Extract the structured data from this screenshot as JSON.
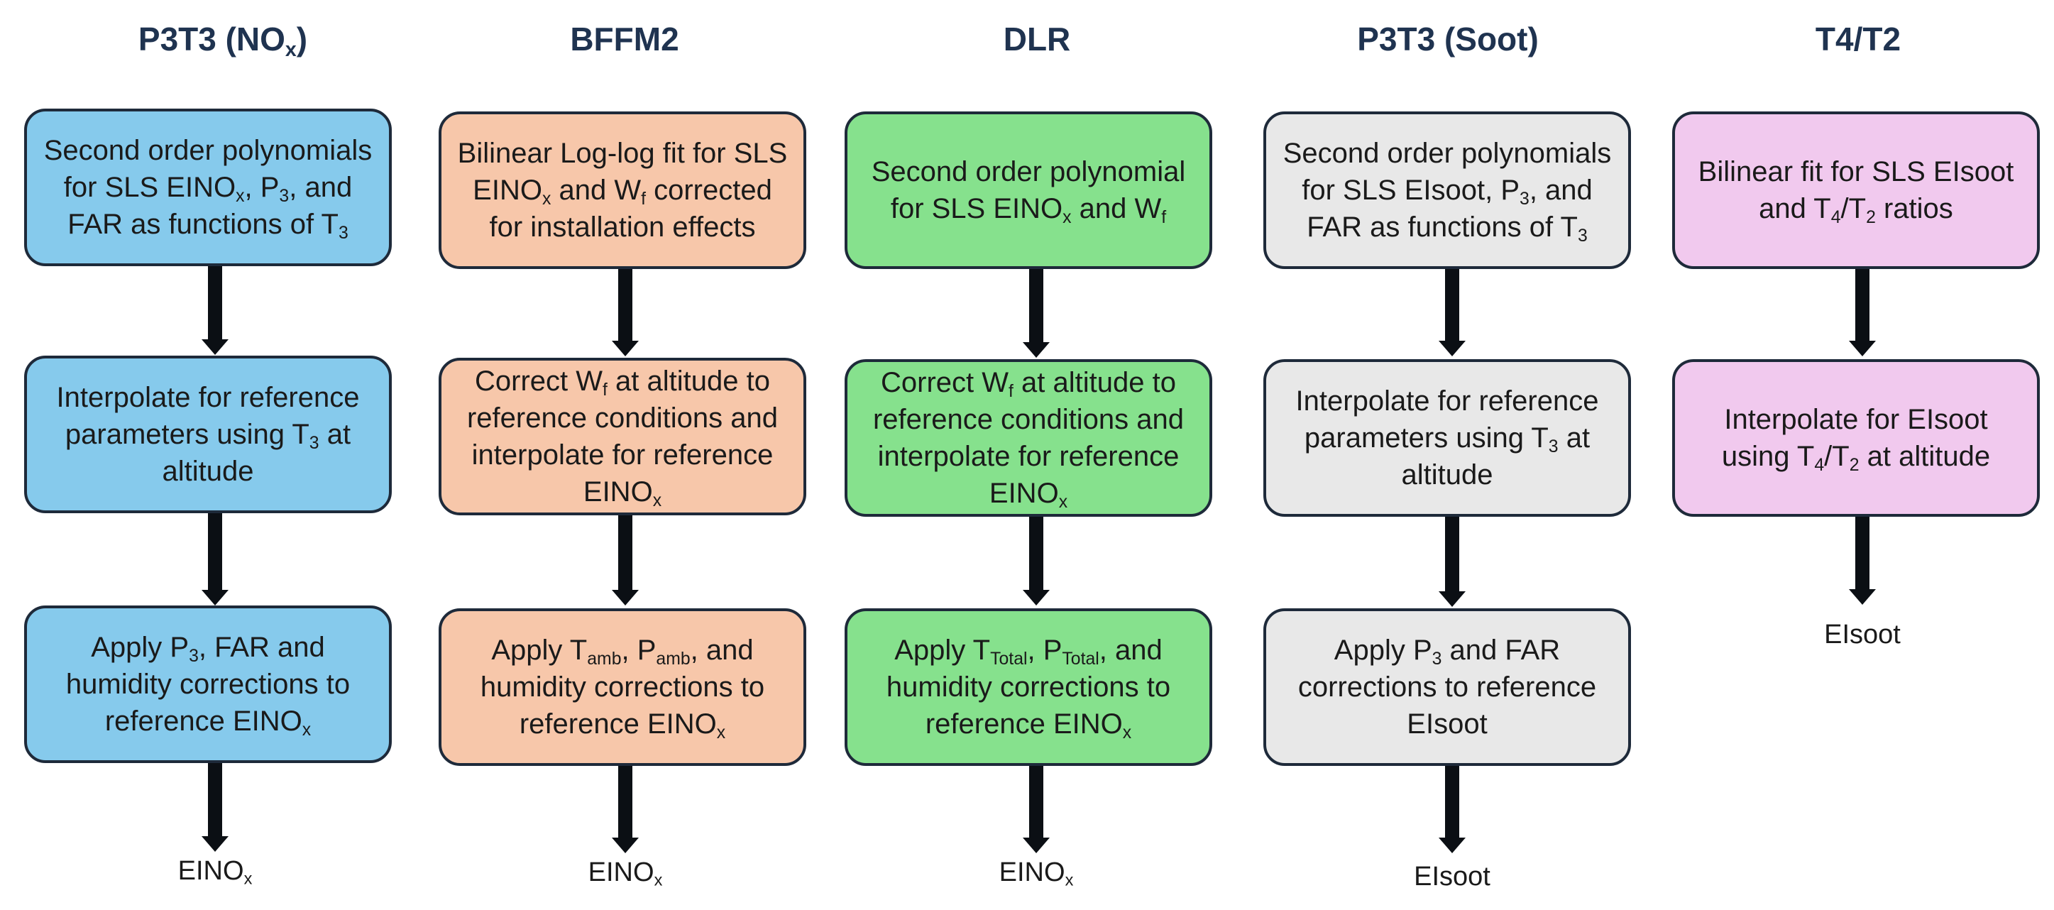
{
  "columns": [
    {
      "title": "P3T3 (NO",
      "title_sub": "x",
      "title_end": ")",
      "boxes": [
        [
          [
            "Second order polynomials for SLS EINO"
          ],
          [
            "x",
            1
          ],
          [
            ", P"
          ],
          [
            "3",
            1
          ],
          [
            ", and FAR as functions of T"
          ],
          [
            "3",
            1
          ]
        ],
        [
          [
            "Interpolate for reference parameters using T"
          ],
          [
            "3",
            1
          ],
          [
            " at altitude"
          ]
        ],
        [
          [
            "Apply P"
          ],
          [
            "3",
            1
          ],
          [
            ", FAR and humidity corrections to reference EINO"
          ],
          [
            "x",
            1
          ]
        ]
      ],
      "output": [
        [
          "EINO"
        ],
        [
          "x",
          1
        ]
      ]
    },
    {
      "title": "BFFM2",
      "title_sub": "",
      "title_end": "",
      "boxes": [
        [
          [
            "Bilinear Log-log fit for SLS EINO"
          ],
          [
            "x",
            1
          ],
          [
            " and W"
          ],
          [
            "f",
            1
          ],
          [
            " corrected for installation effects"
          ]
        ],
        [
          [
            "Correct W"
          ],
          [
            "f",
            1
          ],
          [
            " at altitude to reference conditions and interpolate for reference EINO"
          ],
          [
            "x",
            1
          ]
        ],
        [
          [
            "Apply T"
          ],
          [
            "amb",
            1
          ],
          [
            ", P"
          ],
          [
            "amb",
            1
          ],
          [
            ", and humidity corrections to reference EINO"
          ],
          [
            "x",
            1
          ]
        ]
      ],
      "output": [
        [
          "EINO"
        ],
        [
          "x",
          1
        ]
      ]
    },
    {
      "title": "DLR",
      "title_sub": "",
      "title_end": "",
      "boxes": [
        [
          [
            "Second order polynomial for SLS EINO"
          ],
          [
            "x",
            1
          ],
          [
            " and W"
          ],
          [
            "f",
            1
          ]
        ],
        [
          [
            "Correct W"
          ],
          [
            "f",
            1
          ],
          [
            " at altitude to reference conditions and interpolate for reference EINO"
          ],
          [
            "x",
            1
          ]
        ],
        [
          [
            "Apply T"
          ],
          [
            "Total",
            1
          ],
          [
            ", P"
          ],
          [
            "Total",
            1
          ],
          [
            ", and humidity corrections to reference EINO"
          ],
          [
            "x",
            1
          ]
        ]
      ],
      "output": [
        [
          "EINO"
        ],
        [
          "x",
          1
        ]
      ]
    },
    {
      "title": "P3T3 (Soot)",
      "title_sub": "",
      "title_end": "",
      "boxes": [
        [
          [
            "Second order polynomials for SLS EIsoot, P"
          ],
          [
            "3",
            1
          ],
          [
            ", and FAR as functions of T"
          ],
          [
            "3",
            1
          ]
        ],
        [
          [
            "Interpolate for reference parameters using T"
          ],
          [
            "3",
            1
          ],
          [
            " at altitude"
          ]
        ],
        [
          [
            "Apply P"
          ],
          [
            "3",
            1
          ],
          [
            " and FAR corrections to reference EIsoot"
          ]
        ]
      ],
      "output": [
        [
          "EIsoot"
        ]
      ]
    },
    {
      "title": "T4/T2",
      "title_sub": "",
      "title_end": "",
      "boxes": [
        [
          [
            "Bilinear fit for SLS EIsoot and T"
          ],
          [
            "4",
            1
          ],
          [
            "/T"
          ],
          [
            "2",
            1
          ],
          [
            " ratios"
          ]
        ],
        [
          [
            "Interpolate for  EIsoot using T"
          ],
          [
            "4",
            1
          ],
          [
            "/T"
          ],
          [
            "2",
            1
          ],
          [
            " at altitude"
          ]
        ]
      ],
      "output": [
        [
          "EIsoot"
        ]
      ]
    }
  ],
  "colors": {
    "col0": "#86caec",
    "col1": "#f7c7aa",
    "col2": "#86e18d",
    "col3": "#e8e8e8",
    "col4": "#f1c9ee"
  }
}
